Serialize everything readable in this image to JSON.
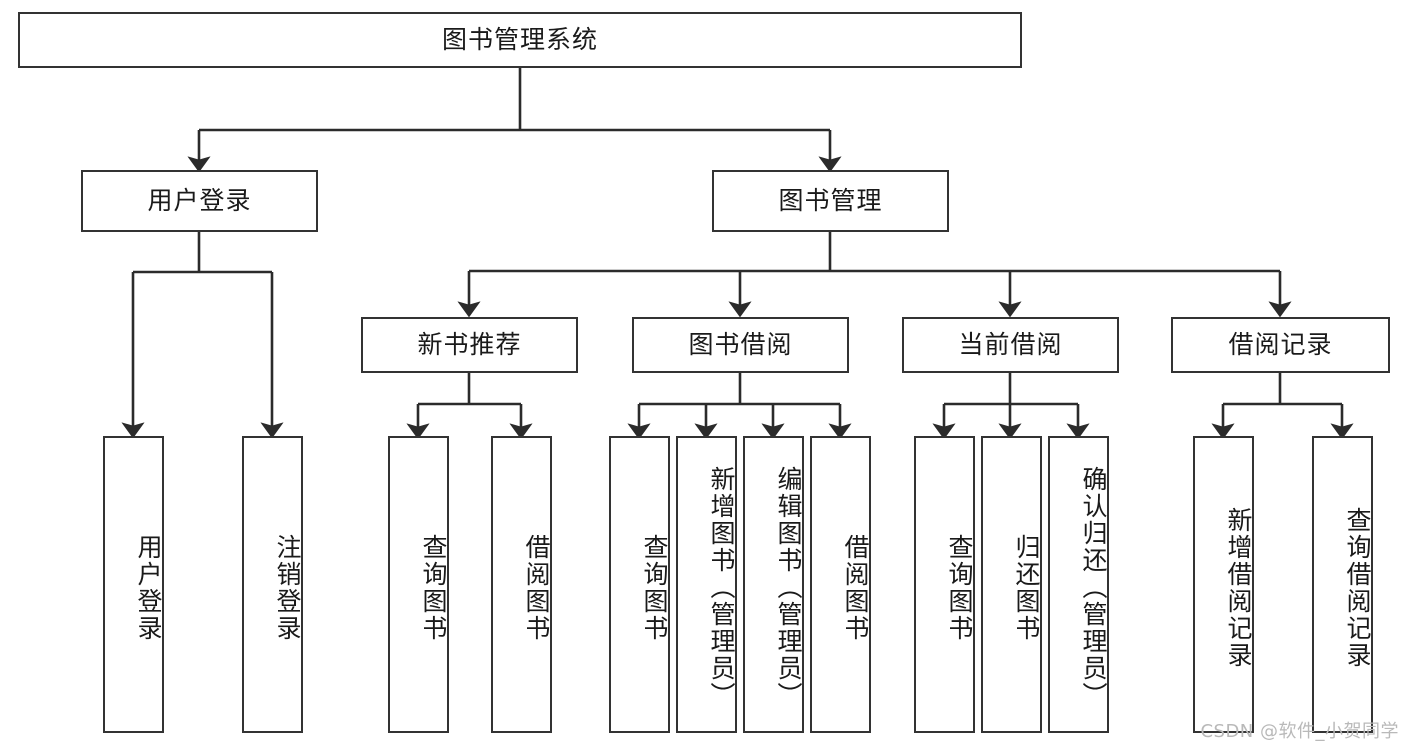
{
  "diagram": {
    "title": "图书管理系统",
    "type": "tree-hierarchy-diagram",
    "root": {
      "label": "图书管理系统"
    },
    "level2": [
      {
        "label": "用户登录"
      },
      {
        "label": "图书管理"
      }
    ],
    "level3": [
      {
        "label": "新书推荐"
      },
      {
        "label": "图书借阅"
      },
      {
        "label": "当前借阅"
      },
      {
        "label": "借阅记录"
      }
    ],
    "leaves": {
      "user_login": [
        {
          "label": "用户登录"
        },
        {
          "label": "注销登录"
        }
      ],
      "new_book_recommend": [
        {
          "label": "查询图书"
        },
        {
          "label": "借阅图书"
        }
      ],
      "book_borrow": [
        {
          "label": "查询图书"
        },
        {
          "label": "新增图书（管理员）"
        },
        {
          "label": "编辑图书（管理员）"
        },
        {
          "label": "借阅图书"
        }
      ],
      "current_borrow": [
        {
          "label": "查询图书"
        },
        {
          "label": "归还图书"
        },
        {
          "label": "确认归还（管理员）"
        }
      ],
      "borrow_record": [
        {
          "label": "新增借阅记录"
        },
        {
          "label": "查询借阅记录"
        }
      ]
    }
  },
  "watermark": {
    "text": "CSDN @软件_小贺同学"
  },
  "colors": {
    "box_border": "#333333",
    "box_fill": "#ffffff",
    "wire": "#2b2b2b",
    "text": "#1a1a1a",
    "watermark": "#b9b9b9"
  }
}
